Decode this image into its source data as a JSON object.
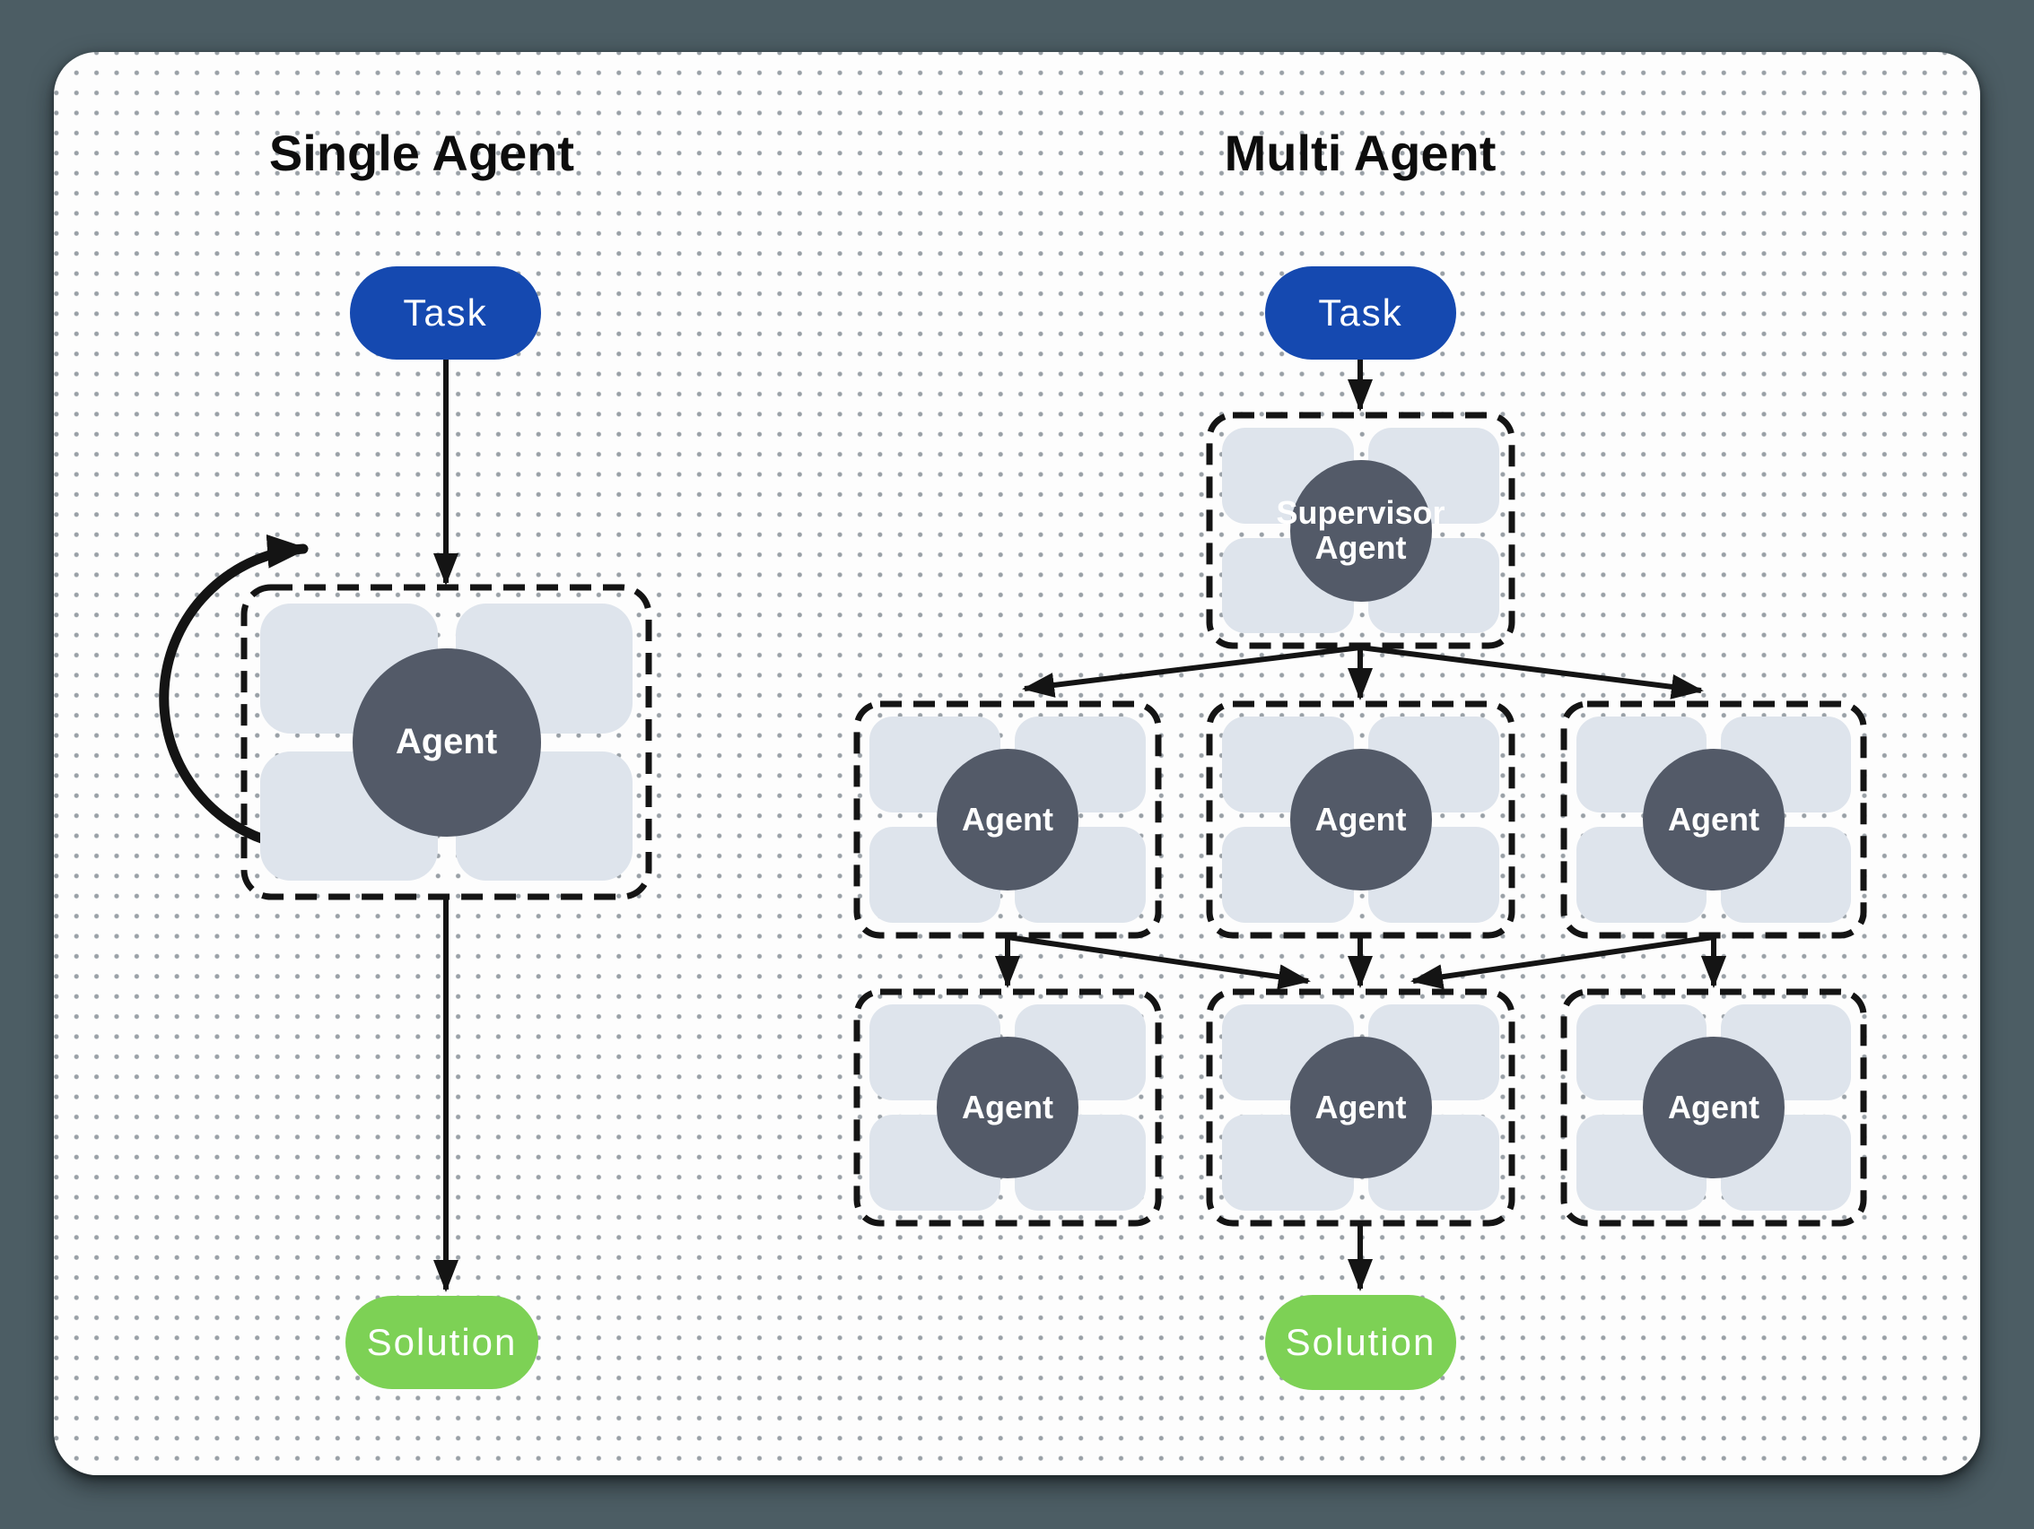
{
  "diagram": {
    "left": {
      "title": "Single Agent",
      "task": "Task",
      "agent": "Agent",
      "solution": "Solution"
    },
    "right": {
      "title": "Multi Agent",
      "task": "Task",
      "supervisor_line1": "Supervisor",
      "supervisor_line2": "Agent",
      "row1": [
        "Agent",
        "Agent",
        "Agent"
      ],
      "row2": [
        "Agent",
        "Agent",
        "Agent"
      ],
      "solution": "Solution"
    }
  },
  "colors": {
    "background": "#4c5d64",
    "card": "#fdfdfd",
    "task_pill": "#1549b0",
    "solution_pill": "#7dd155",
    "agent_circle": "#535a68",
    "quadrant": "#dee4ec",
    "stroke": "#141414",
    "text_on_node": "#ffffff",
    "title_text": "#0d0d0d"
  }
}
